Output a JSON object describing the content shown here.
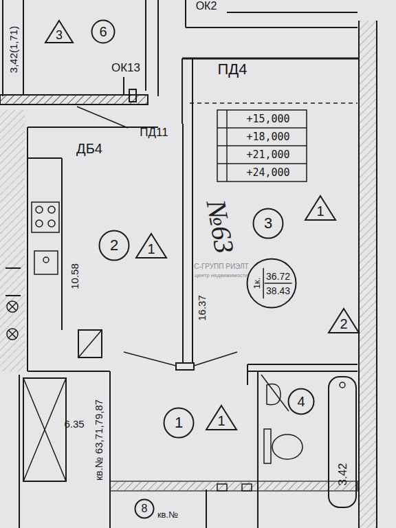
{
  "diagram": {
    "nodes": [
      {
        "text": [
          "3"
        ]
      },
      {
        "text": [
          "6"
        ]
      },
      {
        "text": [
          "3"
        ]
      },
      {
        "text": [
          "1"
        ]
      },
      {
        "text": [
          "2"
        ]
      },
      {
        "text": [
          "1"
        ]
      },
      {
        "text": [
          "1к.",
          "36.72",
          "38.43"
        ]
      },
      {
        "text": [
          "2"
        ]
      },
      {
        "text": [
          "1"
        ]
      },
      {
        "text": [
          "1"
        ]
      },
      {
        "text": [
          "4"
        ]
      },
      {
        "text": [
          "8"
        ]
      }
    ],
    "labels": [
      "ОК2",
      "3,42(1,71)",
      "ОК13",
      "ПД4",
      "ДБ4",
      "ПД11",
      "+15,000",
      "+18,000",
      "+21,000",
      "+24,000",
      "№63",
      "10.58",
      "16.37",
      "С-ГРУПП РИЭЛТ",
      "центр недвижимости",
      "кв.№ 63,71,79,87",
      "6.35",
      "3.42",
      "кв.№"
    ]
  }
}
